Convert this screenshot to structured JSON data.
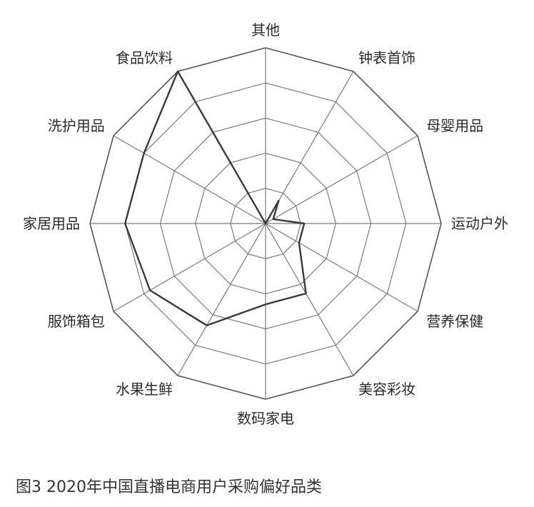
{
  "caption": "图3 2020年中国直播电商用户采购偏好品类",
  "chart_data": {
    "type": "radar",
    "title": "图3 2020年中国直播电商用户采购偏好品类",
    "categories": [
      "其他",
      "钟表首饰",
      "母婴用品",
      "运动户外",
      "营养保健",
      "美容彩妆",
      "数码家电",
      "水果生鲜",
      "服饰箱包",
      "家居用品",
      "洗护用品",
      "食品饮料"
    ],
    "series": [
      {
        "values": [
          0.0,
          0.15,
          0.05,
          0.22,
          0.22,
          0.46,
          0.46,
          0.67,
          0.76,
          0.8,
          0.8,
          1.0
        ]
      }
    ],
    "scale": [
      0,
      1
    ],
    "rings": 5,
    "colors": {
      "line": "#3a3a3a",
      "grid": "#7a7a7a"
    }
  }
}
